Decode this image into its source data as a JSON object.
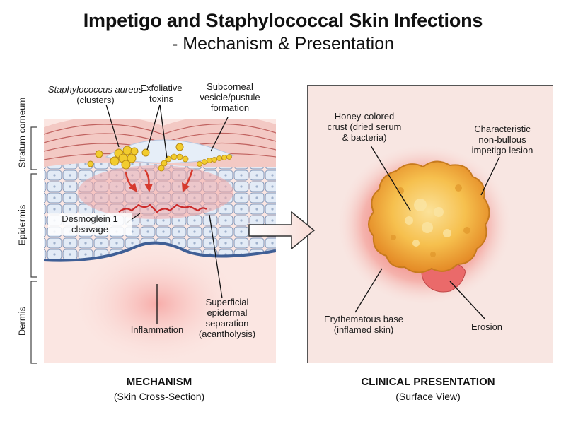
{
  "title": {
    "line1": "Impetigo and Staphylococcal Skin Infections",
    "line2": "- Mechanism & Presentation"
  },
  "layers": {
    "stratum_corneum": "Stratum corneum",
    "epidermis": "Epidermis",
    "dermis": "Dermis"
  },
  "mechanism": {
    "staph_italic": "Staphylococcus aureus",
    "staph_rest": "(clusters)",
    "toxins": [
      "Exfoliative",
      "toxins"
    ],
    "vesicle": [
      "Subcorneal",
      "vesicle/pustule",
      "formation"
    ],
    "desmoglein": [
      "Desmoglein 1",
      "cleavage"
    ],
    "separation": [
      "Superficial",
      "epidermal",
      "separation",
      "(acantholysis)"
    ],
    "inflammation": "Inflammation",
    "caption_title": "MECHANISM",
    "caption_sub": "(Skin Cross-Section)"
  },
  "clinical": {
    "crust": [
      "Honey-colored",
      "crust (dried serum",
      "& bacteria)"
    ],
    "lesion": [
      "Characteristic",
      "non-bullous",
      "impetigo lesion"
    ],
    "base": [
      "Erythematous base",
      "(inflamed skin)"
    ],
    "erosion": "Erosion",
    "caption_title": "CLINICAL PRESENTATION",
    "caption_sub": "(Surface View)"
  },
  "colors": {
    "stratum": "#f3c9c4",
    "epidermis_cell": "#dde7f4",
    "dermis": "#fbe3df",
    "crust": "#f0a93a",
    "bacteria": "#f2cc2e",
    "arrow_red": "#d63a2e",
    "erythema": "#ef8f8a"
  }
}
